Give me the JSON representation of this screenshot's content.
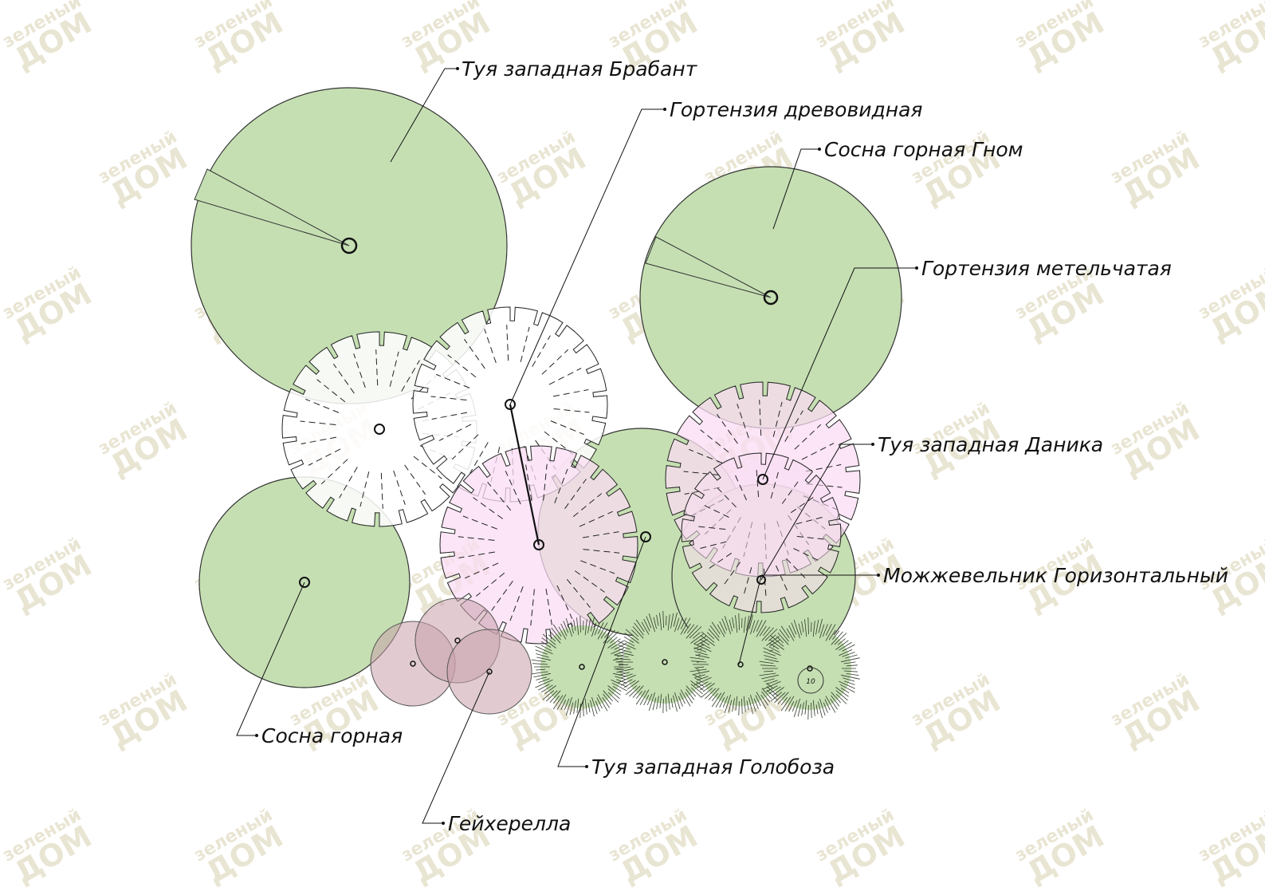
{
  "watermark": {
    "line1": "зеленый",
    "line2": "ДОМ"
  },
  "colors": {
    "conifer_fill": "#c5dfb2",
    "hydrangea_fill": "#fadcf3",
    "heuchera_fill": "#c9a0ab",
    "outline": "#333333",
    "leader": "#111111"
  },
  "labels": {
    "thuja_brabant": "Туя западная Брабант",
    "hydrangea_tree": "Гортензия древовидная",
    "pine_gnome": "Сосна горная Гном",
    "hydrangea_panicle": "Гортензия метельчатая",
    "thuja_danica": "Туя западная Даника",
    "juniper_horizontal": "Можжевельник Горизонтальный",
    "pine_mountain": "Сосна горная",
    "thuja_globosa": "Туя западная Голобоза",
    "heucherella": "Гейхерелла"
  },
  "marker_text": "10"
}
